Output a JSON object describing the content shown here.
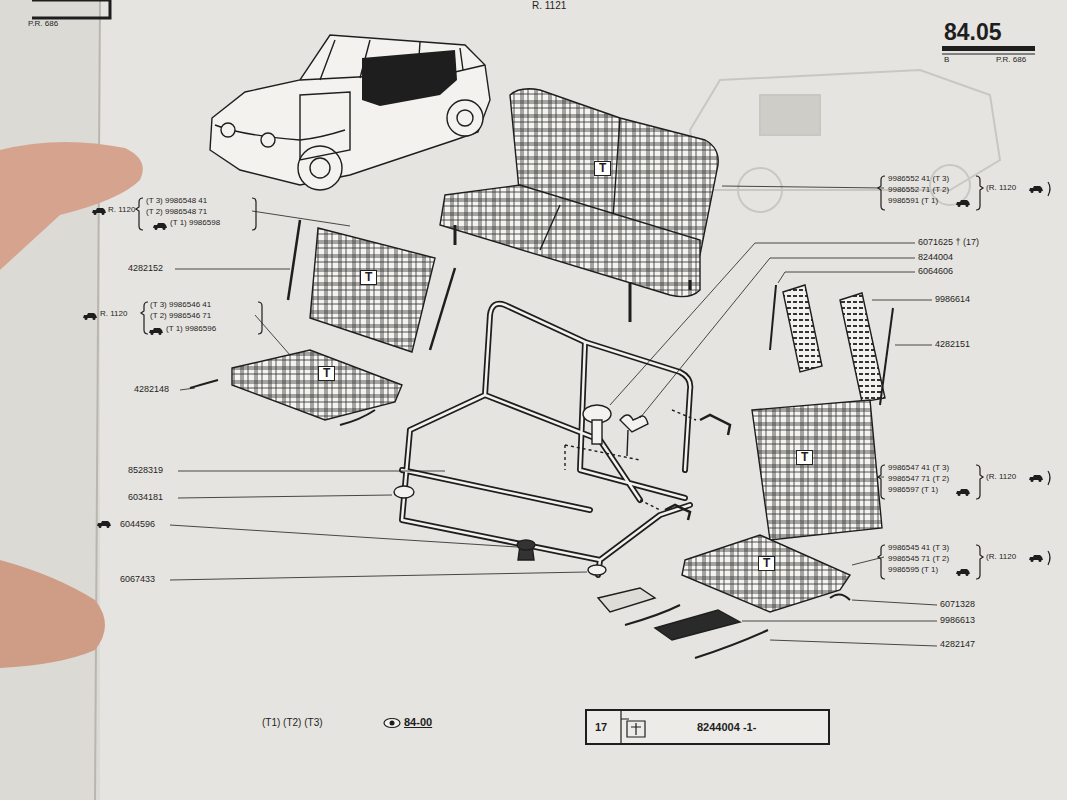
{
  "diagram": {
    "nodes": [
      {
        "text": [
          "17",
          "8244004 -1-"
        ]
      }
    ],
    "labels": [
      "P.R. 686",
      "R. 1121",
      "84.05",
      "B",
      "P.R. 686",
      "R. 1120",
      "(T 3) 9986548 41",
      "(T 2) 9986548 71",
      "(T 1) 9986598",
      "4282152",
      "R. 1120",
      "(T 3) 9986546 41",
      "(T 2) 9986546 71",
      "(T 1) 9986596",
      "4282148",
      "8528319",
      "6034181",
      "6044596",
      "6067433",
      "9986552 41 (T 3)",
      "9986552 71 (T 2)",
      "9986591 (T 1)",
      "(R. 1120",
      "6071625 † (17)",
      "8244004",
      "6064606",
      "9986614",
      "4282151",
      "9986547 41 (T 3)",
      "9986547 71 (T 2)",
      "9986597 (T 1)",
      "(R. 1120",
      "9986545 41 (T 3)",
      "9986545 71 (T 2)",
      "9986595 (T 1)",
      "(R. 1120",
      "6071328",
      "9986613",
      "4282147",
      "(T1) (T2) (T3)",
      "84-00",
      "T",
      "T",
      "T",
      "T",
      "T"
    ]
  }
}
